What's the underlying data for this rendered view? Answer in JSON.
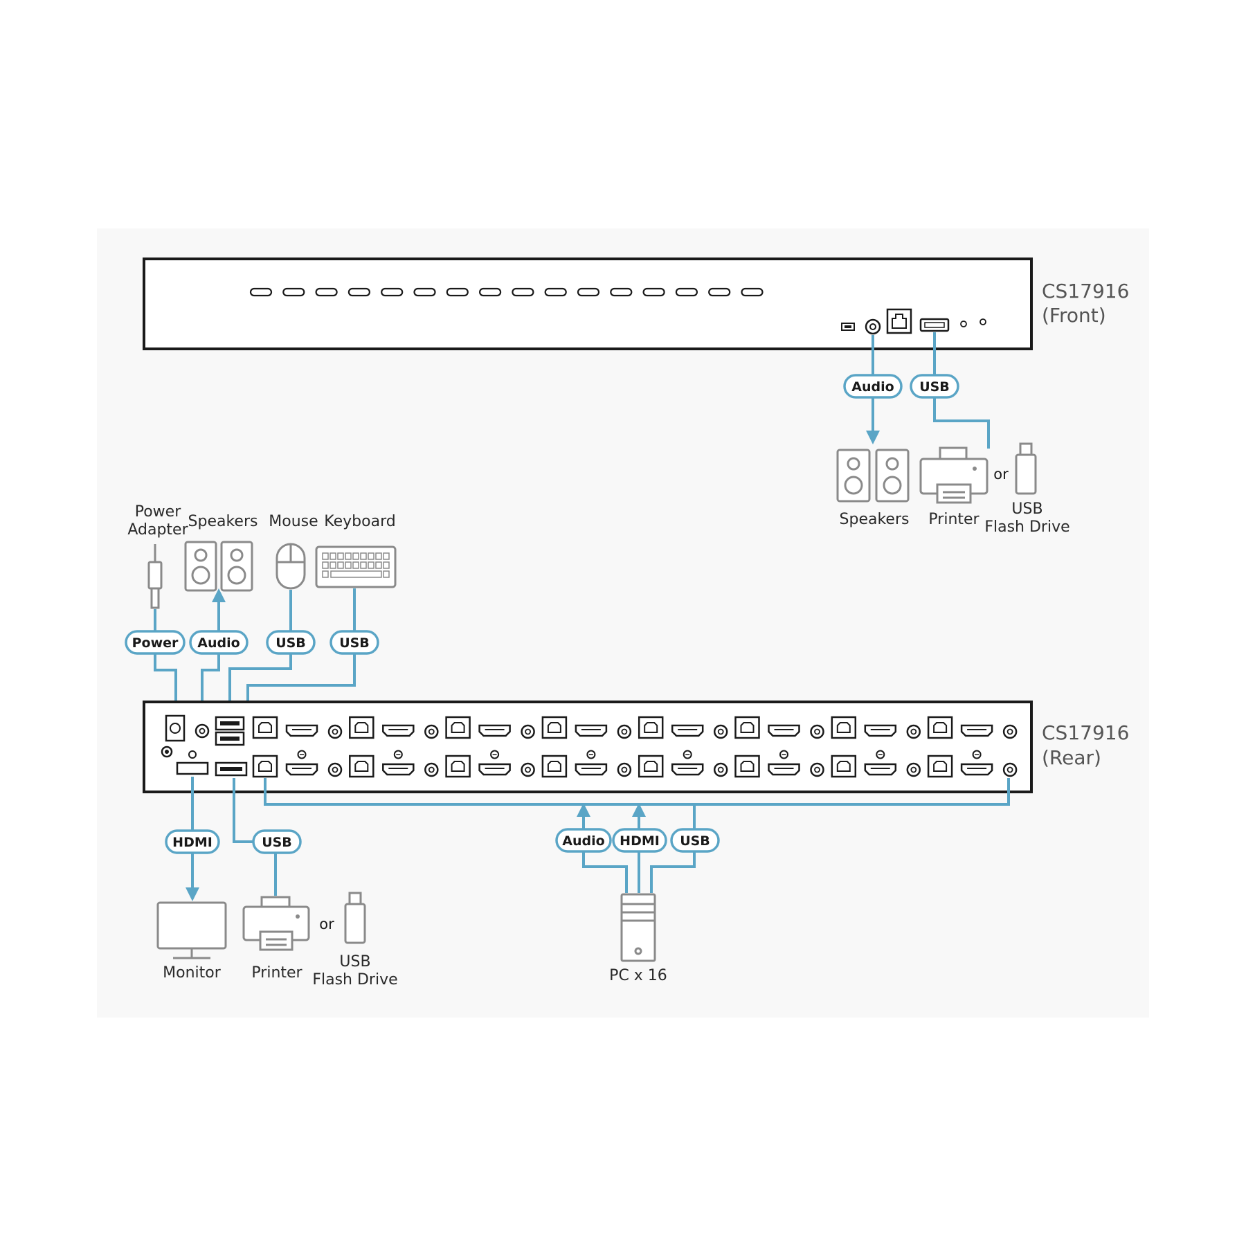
{
  "colors": {
    "background": "#ffffff",
    "panel": "#f8f8f8",
    "device_stroke": "#1a1a1a",
    "connector": "#5aa5c6",
    "icon_stroke": "#8a8a8a",
    "label_text": "#2a2a2a",
    "model_text": "#555555"
  },
  "front": {
    "model": "CS17916",
    "side": "(Front)",
    "button_count": 16,
    "tags": {
      "audio": "Audio",
      "usb": "USB"
    },
    "devices": {
      "speakers": "Speakers",
      "printer": "Printer",
      "or": "or",
      "usb_flash_line1": "USB",
      "usb_flash_line2": "Flash Drive"
    }
  },
  "rear": {
    "model": "CS17916",
    "side": "(Rear)",
    "port_groups": 8,
    "top_devices": {
      "power_line1": "Power",
      "power_line2": "Adapter",
      "speakers": "Speakers",
      "mouse": "Mouse",
      "keyboard": "Keyboard"
    },
    "top_tags": {
      "power": "Power",
      "audio": "Audio",
      "usb_mouse": "USB",
      "usb_keyboard": "USB"
    },
    "bottom_tags": {
      "hdmi": "HDMI",
      "usb": "USB",
      "pc_audio": "Audio",
      "pc_hdmi": "HDMI",
      "pc_usb": "USB"
    },
    "bottom_devices": {
      "monitor": "Monitor",
      "printer": "Printer",
      "or": "or",
      "usb_flash_line1": "USB",
      "usb_flash_line2": "Flash Drive",
      "pc": "PC x 16"
    }
  }
}
